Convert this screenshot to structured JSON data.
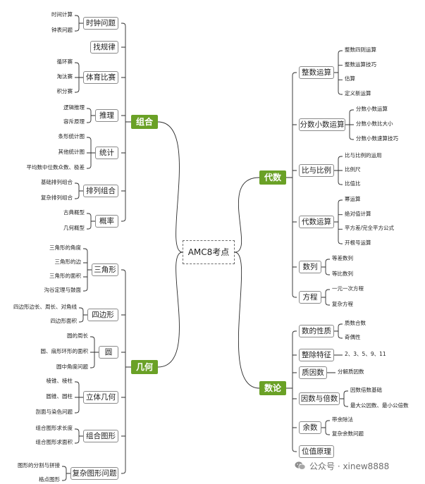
{
  "center": "AMC8考点",
  "colors": {
    "accent": "#6aa126",
    "line": "#2b2b2b",
    "box_border": "#8a8a8a"
  },
  "branches": {
    "zuhe": {
      "label": "组合",
      "subs": [
        {
          "label": "时钟问题",
          "leaves": [
            "时间计算",
            "钟表问题"
          ]
        },
        {
          "label": "找规律",
          "leaves": []
        },
        {
          "label": "体育比赛",
          "leaves": [
            "循环赛",
            "淘汰赛",
            "积分赛"
          ]
        },
        {
          "label": "推理",
          "leaves": [
            "逻辑推理",
            "容斥原理"
          ]
        },
        {
          "label": "统计",
          "leaves": [
            "条形统计图",
            "其他统计图",
            "平均数中位数众数、极差"
          ]
        },
        {
          "label": "排列组合",
          "leaves": [
            "基础排列组合",
            "复杂排列组合"
          ]
        },
        {
          "label": "概率",
          "leaves": [
            "古典概型",
            "几何概型"
          ]
        }
      ]
    },
    "jihe": {
      "label": "几何",
      "subs": [
        {
          "label": "三角形",
          "leaves": [
            "三角形的角度",
            "三角形的边",
            "三角形的面积",
            "沟谷定理与鼓面"
          ]
        },
        {
          "label": "四边形",
          "leaves": [
            "四边形边长、周长、对角线",
            "四边形面积"
          ]
        },
        {
          "label": "圆",
          "leaves": [
            "圆的周长",
            "圆、扇形环形的面积",
            "圆中角度问题"
          ]
        },
        {
          "label": "立体几何",
          "leaves": [
            "棱锥、棱柱",
            "圆锥、圆柱",
            "剖面与染色问题"
          ]
        },
        {
          "label": "组合图形",
          "leaves": [
            "组合图形求长度",
            "组合图形求面积"
          ]
        },
        {
          "label": "复杂图形问题",
          "leaves": [
            "图形的分割与拼接",
            "格点图形"
          ]
        }
      ]
    },
    "daishu": {
      "label": "代数",
      "subs": [
        {
          "label": "整数运算",
          "leaves": [
            "整数四则运算",
            "整数运算技巧",
            "估算",
            "定义新运算"
          ]
        },
        {
          "label": "分数小数运算",
          "leaves": [
            "分数小数运算",
            "分数小数比大小",
            "分数小数速算技巧"
          ]
        },
        {
          "label": "比与比例",
          "leaves": [
            "比与比例的运用",
            "比例尺",
            "比值比"
          ]
        },
        {
          "label": "代数运算",
          "leaves": [
            "幂运算",
            "绝对值计算",
            "平方差/完全平方公式",
            "开根号运算"
          ]
        },
        {
          "label": "数列",
          "leaves": [
            "等差数列",
            "等比数列"
          ]
        },
        {
          "label": "方程",
          "leaves": [
            "一元一次方程",
            "复杂方程"
          ]
        }
      ]
    },
    "shulun": {
      "label": "数论",
      "subs": [
        {
          "label": "数的性质",
          "leaves": [
            "质数合数",
            "奇偶性"
          ]
        },
        {
          "label": "整除特征",
          "leaves": [
            "2、3、5、9、11"
          ]
        },
        {
          "label": "质因数",
          "leaves": [
            "分解质因数"
          ]
        },
        {
          "label": "因数与倍数",
          "leaves": [
            "因数倍数基础",
            "最大公因数、最小公倍数"
          ]
        },
        {
          "label": "余数",
          "leaves": [
            "带余除法",
            "复杂余数问题"
          ]
        },
        {
          "label": "位值原理",
          "leaves": []
        }
      ]
    }
  },
  "watermark": {
    "text": "公众号 · xinew8888",
    "icon": "wechat-icon"
  }
}
